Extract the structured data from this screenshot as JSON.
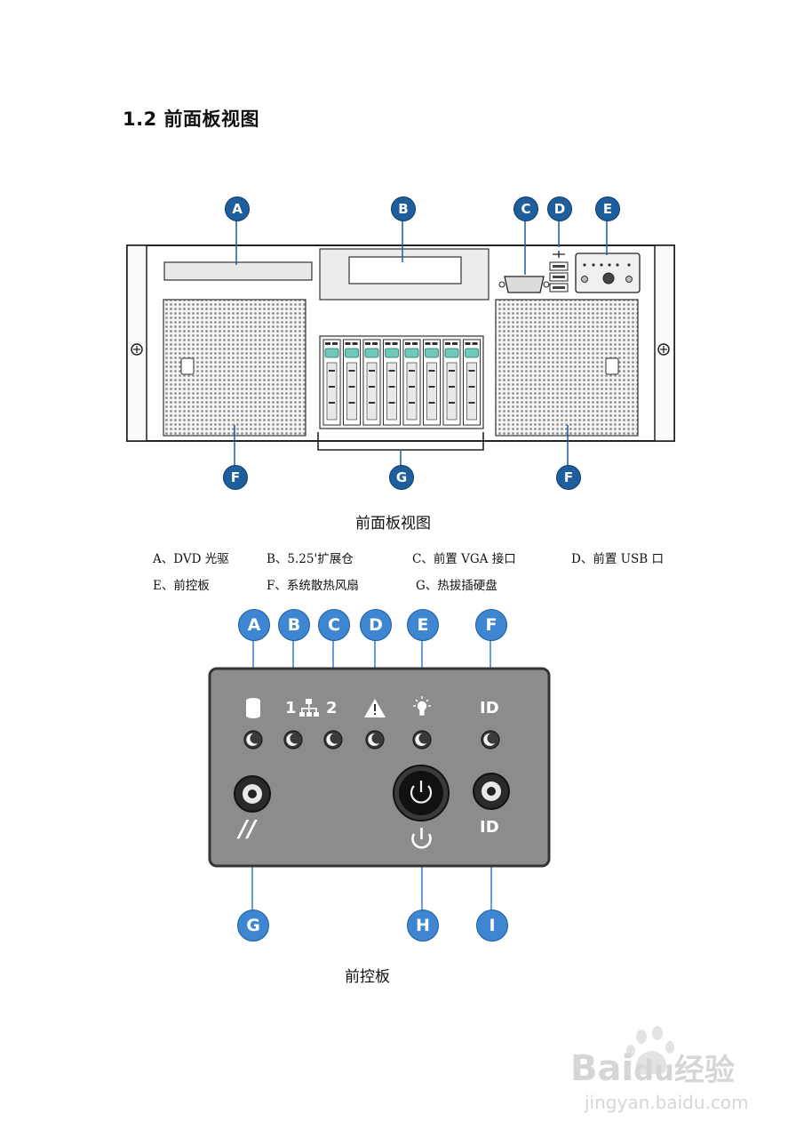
{
  "section_title": "1.2 前面板视图",
  "front_view": {
    "callouts_top": [
      "A",
      "B",
      "C",
      "D",
      "E"
    ],
    "callouts_bottom": [
      "F",
      "G",
      "F"
    ],
    "caption": "前面板视图"
  },
  "legend": {
    "row1": [
      "A、DVD 光驱",
      "B、5.25'扩展仓",
      "C、前置 VGA 接口",
      "D、前置 USB 口"
    ],
    "row2": [
      "E、前控板",
      "F、系统散热风扇",
      "G、热拔插硬盘"
    ]
  },
  "control_panel": {
    "callouts_top": [
      "A",
      "B",
      "C",
      "D",
      "E",
      "F"
    ],
    "callouts_bottom": [
      "G",
      "H",
      "I"
    ],
    "labels": {
      "lan1": "1",
      "lan2": "2",
      "id_top": "ID",
      "id_bottom": "ID",
      "reset": "//"
    },
    "caption": "前控板"
  },
  "watermark": {
    "brand": "Bai",
    "brand2": "du",
    "brand3": "经验",
    "url": "jingyan.baidu.com"
  },
  "icons": [
    "hdd-icon",
    "network-icon",
    "warning-icon",
    "status-light-icon",
    "power-icon",
    "reset-icon",
    "paw-icon"
  ],
  "colors": {
    "callout_dark": "#1f5e9c",
    "callout_light": "#3e86d2",
    "panel": "#8c8c8c",
    "drive_tab": "#6fc9b8"
  }
}
